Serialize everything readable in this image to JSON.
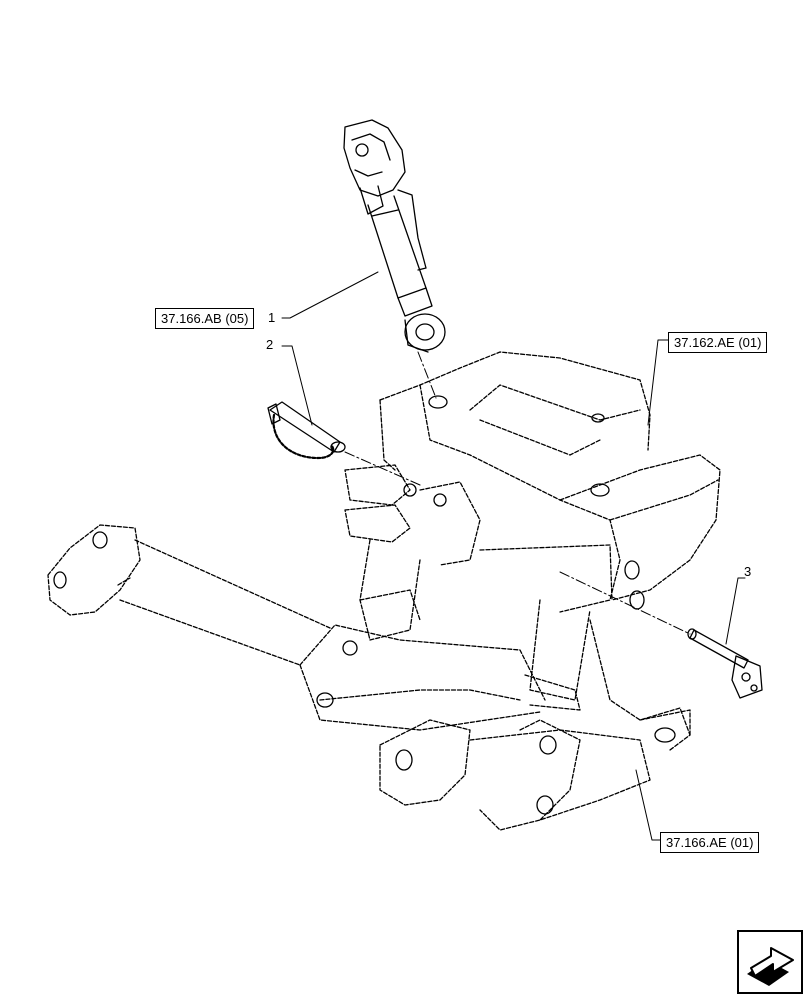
{
  "references": {
    "ref1": "37.166.AB (05)",
    "ref2": "37.162.AE (01)",
    "ref3": "37.166.AE (01)"
  },
  "callouts": {
    "c1": "1",
    "c2": "2",
    "c3": "3"
  },
  "icons": {
    "navigation": "next-page-arrow-icon"
  }
}
